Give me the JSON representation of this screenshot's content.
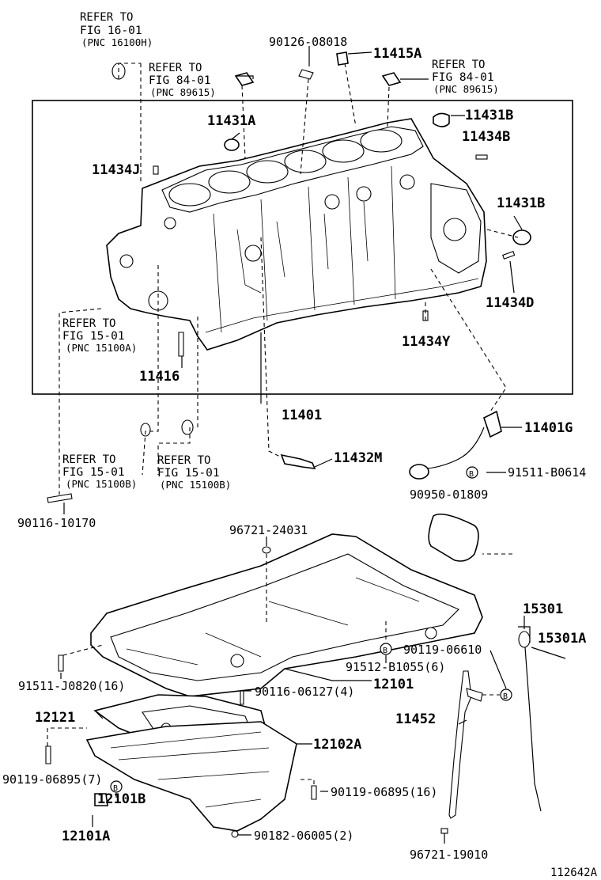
{
  "labels": {
    "p90126_08018": "90126-08018",
    "p11415A": "11415A",
    "p11431A": "11431A",
    "p11431B_top": "11431B",
    "p11434B": "11434B",
    "p11434J": "11434J",
    "p11431B_mid": "11431B",
    "p11434D": "11434D",
    "p11434Y": "11434Y",
    "p11416": "11416",
    "p11401": "11401",
    "p11401G": "11401G",
    "p11432M": "11432M",
    "p91511_B0614": "91511-B0614",
    "p90950_01809": "90950-01809",
    "p90116_10170": "90116-10170",
    "p96721_24031": "96721-24031",
    "p15301": "15301",
    "p15301A": "15301A",
    "p90119_06610": "90119-06610",
    "p91512_B1055": "91512-B1055(6)",
    "p12101": "12101",
    "p91511_J0820": "91511-J0820(16)",
    "p90116_06127": "90116-06127(4)",
    "p12121": "12121",
    "p11452": "11452",
    "p12102A": "12102A",
    "p90119_06895_7": "90119-06895(7)",
    "p90119_06895_16": "90119-06895(16)",
    "p12101B": "12101B",
    "p12101A": "12101A",
    "p90182_06005": "90182-06005(2)",
    "p96721_19010": "96721-19010",
    "figure_id": "112642A"
  },
  "refs": {
    "r1": {
      "refer": "REFER TO",
      "fig": "FIG 16-01",
      "pnc": "(PNC 16100H)"
    },
    "r2": {
      "refer": "REFER TO",
      "fig": "FIG 84-01",
      "pnc": "(PNC 89615)"
    },
    "r3": {
      "refer": "REFER TO",
      "fig": "FIG 84-01",
      "pnc": "(PNC 89615)"
    },
    "r4": {
      "refer": "REFER TO",
      "fig": "FIG 15-01",
      "pnc": "(PNC 15100A)"
    },
    "r5": {
      "refer": "REFER TO",
      "fig": "FIG 15-01",
      "pnc": "(PNC 15100B)"
    },
    "r6": {
      "refer": "REFER TO",
      "fig": "FIG 15-01",
      "pnc": "(PNC 15100B)"
    }
  },
  "markers": {
    "b": "B"
  }
}
